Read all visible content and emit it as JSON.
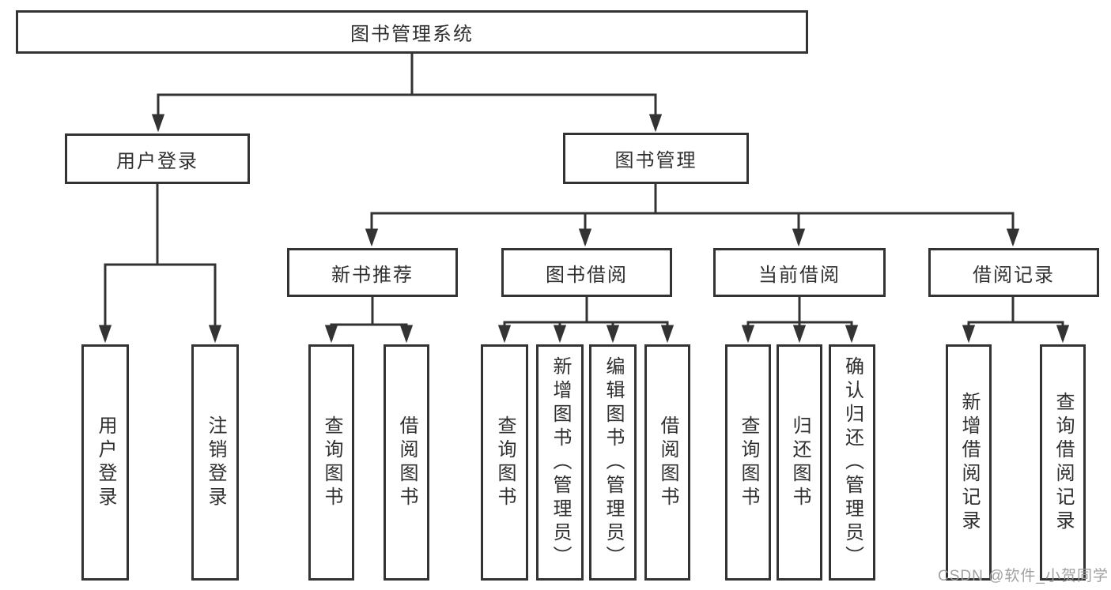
{
  "diagram": {
    "title": "图书管理系统",
    "root": {
      "label": "图书管理系统"
    },
    "branches": [
      {
        "label": "用户登录",
        "children": [
          {
            "label": "用户登录"
          },
          {
            "label": "注销登录"
          }
        ]
      },
      {
        "label": "图书管理",
        "children": [
          {
            "label": "新书推荐",
            "children": [
              {
                "label": "查询图书"
              },
              {
                "label": "借阅图书"
              }
            ]
          },
          {
            "label": "图书借阅",
            "children": [
              {
                "label": "查询图书"
              },
              {
                "label": "新增图书（管理员）"
              },
              {
                "label": "编辑图书（管理员）"
              },
              {
                "label": "借阅图书"
              }
            ]
          },
          {
            "label": "当前借阅",
            "children": [
              {
                "label": "查询图书"
              },
              {
                "label": "归还图书"
              },
              {
                "label": "确认归还（管理员）"
              }
            ]
          },
          {
            "label": "借阅记录",
            "children": [
              {
                "label": "新增借阅记录"
              },
              {
                "label": "查询借阅记录"
              }
            ]
          }
        ]
      }
    ]
  },
  "watermark": {
    "text": "CSDN @软件_小贺同学"
  },
  "colors": {
    "line": "#333333",
    "text": "#2f2f2f",
    "box_background": "#ffffff",
    "watermark": "#9b9b9b"
  }
}
